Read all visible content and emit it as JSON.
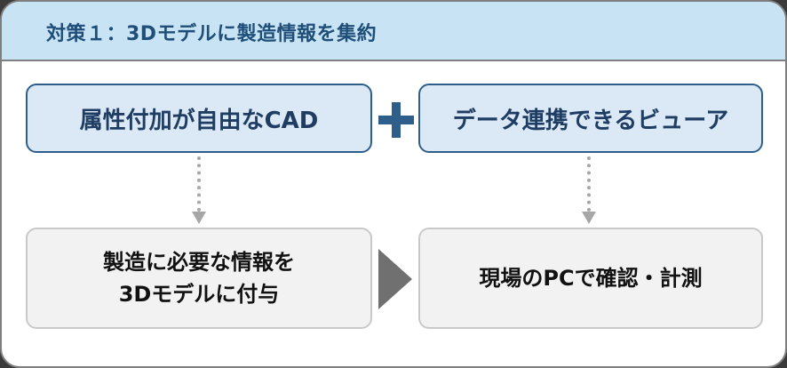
{
  "header": {
    "title": "対策１：3Dモデルに製造情報を集約"
  },
  "top_left": {
    "label": "属性付加が自由なCAD"
  },
  "top_right": {
    "label": "データ連携できるビューア"
  },
  "bottom_left": {
    "line1": "製造に必要な情報を",
    "line2": "3Dモデルに付与"
  },
  "bottom_right": {
    "label": "現場のPCで確認・計測"
  },
  "colors": {
    "header_bg": "#c7e3f4",
    "accent": "#2e5f8a",
    "box_blue_bg": "#dbe8f5",
    "box_gray_bg": "#f2f2f2",
    "arrow_gray": "#a6a6a6",
    "chevron": "#707070"
  }
}
